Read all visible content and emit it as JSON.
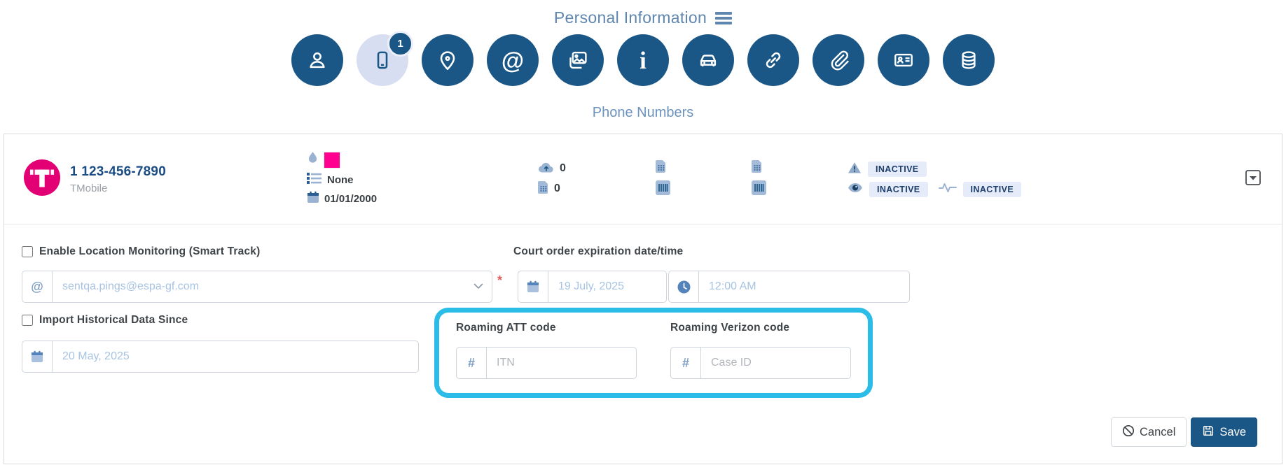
{
  "page": {
    "title": "Personal Information"
  },
  "tabs": [
    {
      "icon": "user-icon",
      "active": false
    },
    {
      "icon": "mobile-icon",
      "active": true,
      "badge": "1"
    },
    {
      "icon": "location-pin-icon",
      "active": false
    },
    {
      "icon": "at-icon",
      "active": false
    },
    {
      "icon": "images-icon",
      "active": false
    },
    {
      "icon": "info-icon",
      "active": false
    },
    {
      "icon": "car-icon",
      "active": false
    },
    {
      "icon": "link-icon",
      "active": false
    },
    {
      "icon": "paperclip-icon",
      "active": false
    },
    {
      "icon": "id-card-icon",
      "active": false
    },
    {
      "icon": "database-icon",
      "active": false
    }
  ],
  "section_title": "Phone Numbers",
  "phone_card": {
    "number": "1 123-456-7890",
    "carrier": "TMobile",
    "plan_value": "None",
    "date_value": "01/01/2000",
    "cloud_count": "0",
    "sim_count": "0",
    "badges": [
      "INACTIVE",
      "INACTIVE",
      "INACTIVE"
    ],
    "status_color": "#ff0090"
  },
  "form": {
    "enable_location_label": "Enable Location Monitoring (Smart Track)",
    "email_value": "sentqa.pings@espa-gf.com",
    "required_marker": "*",
    "court_order_label": "Court order expiration date/time",
    "court_date": "19 July, 2025",
    "court_time": "12:00 AM",
    "import_label": "Import Historical Data Since",
    "import_date": "20 May, 2025",
    "roaming_att_label": "Roaming ATT code",
    "roaming_att_placeholder": "ITN",
    "roaming_verizon_label": "Roaming Verizon code",
    "roaming_verizon_placeholder": "Case ID",
    "highlight_color": "#2cbce8"
  },
  "actions": {
    "cancel_label": "Cancel",
    "save_label": "Save"
  },
  "colors": {
    "accent": "#1b5786",
    "title_blue": "#5e86af",
    "carrier_pink": "#e20074"
  }
}
